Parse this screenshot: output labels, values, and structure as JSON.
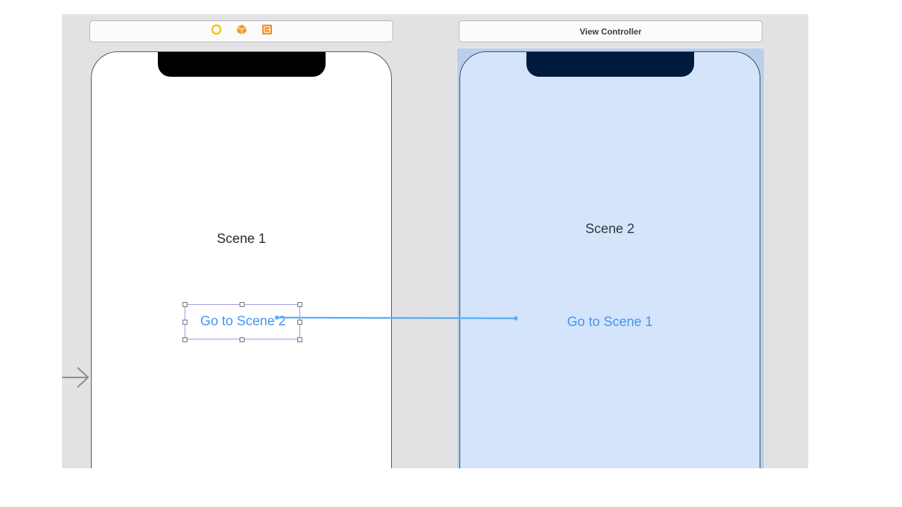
{
  "scene1": {
    "header_icons": [
      "view-controller-icon",
      "first-responder-icon",
      "exit-icon"
    ],
    "icon_colors": {
      "view_controller": "#f5c114",
      "first_responder": "#f29a2e",
      "exit": "#f0902a"
    },
    "label": "Scene 1",
    "button_label": "Go to Scene 2"
  },
  "scene2": {
    "header_title": "View Controller",
    "label": "Scene 2",
    "button_label": "Go to Scene 1"
  },
  "colors": {
    "canvas": "#e2e2e5",
    "button_text": "#3e97f5",
    "selected_scene": "#d4e4fb",
    "connection": "#5fb0f5"
  }
}
